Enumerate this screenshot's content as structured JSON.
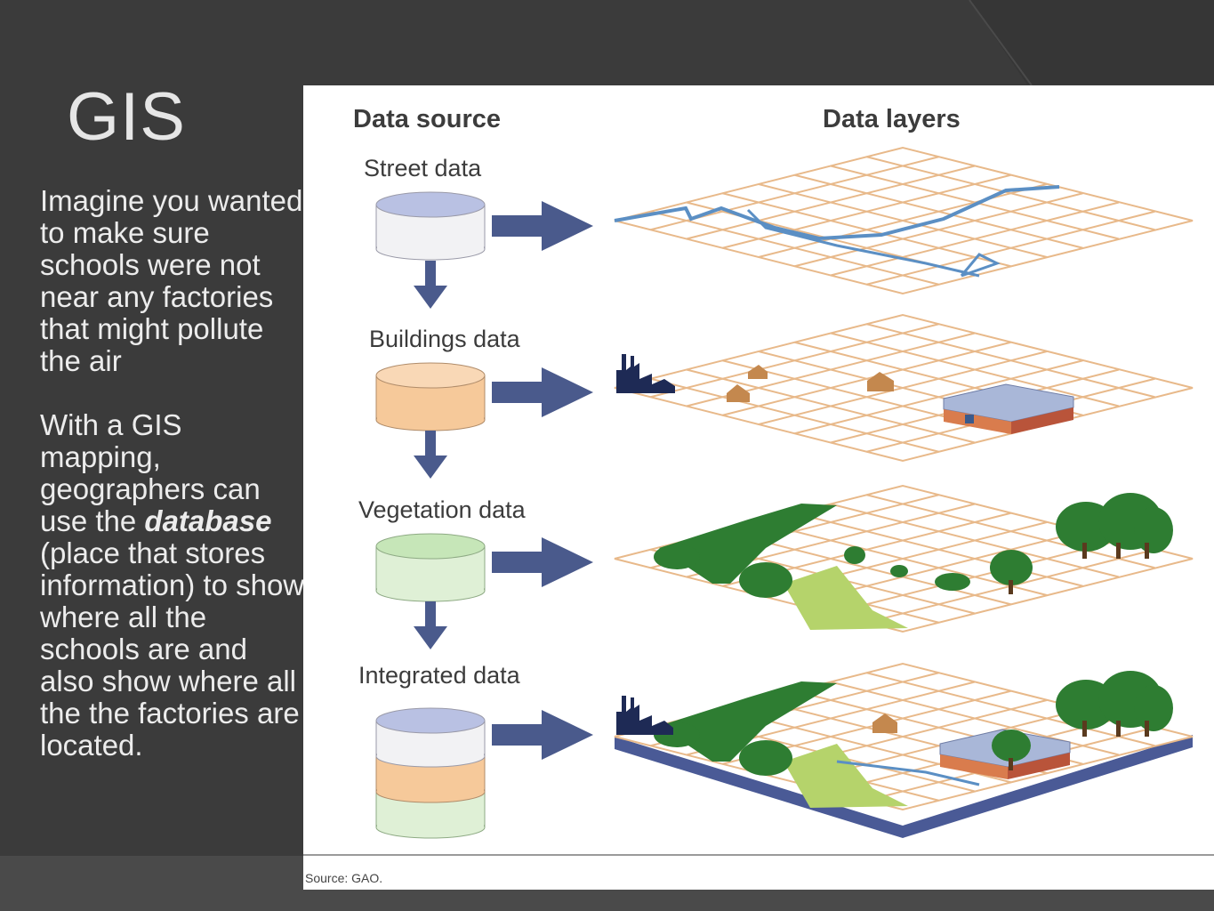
{
  "slide": {
    "title": "GIS",
    "paragraphs": [
      {
        "before": "Imagine you wanted to make sure schools were not near any factories that might pollute the air",
        "bold": "",
        "after": ""
      },
      {
        "before": "With a GIS mapping, geographers can use the ",
        "bold": "database",
        "after": " (place that stores information) to show where all the schools are and also show where all the the factories are located."
      }
    ]
  },
  "figure": {
    "column_heads": {
      "source": "Data source",
      "layers": "Data layers"
    },
    "sources": [
      {
        "label": "Street data",
        "color": "#b9c1e3"
      },
      {
        "label": "Buildings data",
        "color": "#f6c99a"
      },
      {
        "label": "Vegetation data",
        "color": "#c6e6b8"
      },
      {
        "label": "Integrated data",
        "color": "#b9c1e3"
      }
    ],
    "source_note": "Source: GAO.",
    "colors": {
      "grid": "#e8b98a",
      "arrow": "#4a5a8c",
      "street": "#5b8fc4",
      "factory": "#1e2a55",
      "tree_dark": "#2e7d32",
      "tree_light": "#b5d36b",
      "base": "#4a5a96"
    }
  }
}
